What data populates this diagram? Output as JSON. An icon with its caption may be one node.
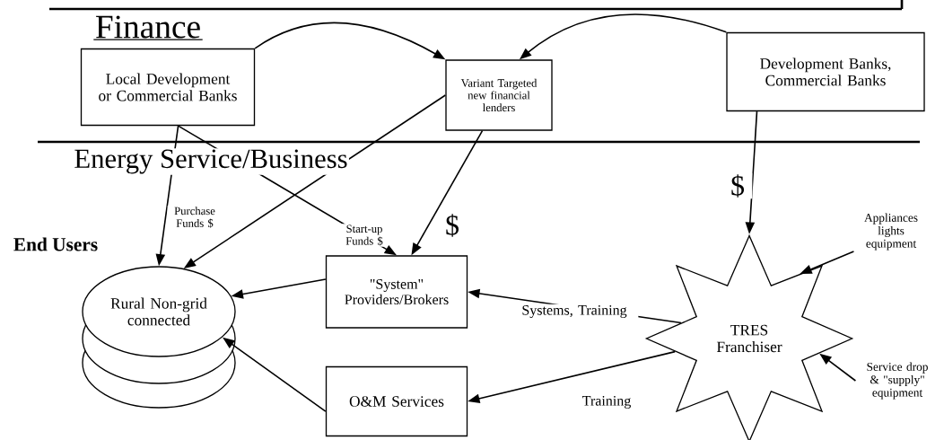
{
  "diagram": {
    "nodes": [
      {
        "text": [
          "Local Development or Commercial Banks"
        ]
      },
      {
        "text": [
          "Variant Targeted new financial lenders"
        ]
      },
      {
        "text": [
          "Development Banks, Commercial Banks"
        ]
      },
      {
        "text": [
          "Rural Non-grid connected"
        ]
      },
      {
        "text": [
          "\"System\" Providers/Brokers"
        ]
      },
      {
        "text": [
          "O&M Services"
        ]
      },
      {
        "text": [
          "TRES Franchiser"
        ]
      },
      {
        "text": [
          "Appliances lights equipment"
        ]
      },
      {
        "text": [
          "Service drop & \"supply\" equipment"
        ]
      }
    ],
    "edges": [
      {
        "from": 0,
        "to": 1,
        "arrow": "to"
      },
      {
        "from": 2,
        "to": 1,
        "arrow": "to"
      },
      {
        "from": 0,
        "to": 3,
        "arrow": "to",
        "label": "Purchase Funds $"
      },
      {
        "from": 0,
        "to": 4,
        "arrow": "to",
        "label": "Start-up Funds $"
      },
      {
        "from": 1,
        "to": 3,
        "arrow": "to"
      },
      {
        "from": 1,
        "to": 4,
        "arrow": "to",
        "label": "$"
      },
      {
        "from": 2,
        "to": 6,
        "arrow": "to",
        "label": "$"
      },
      {
        "from": 4,
        "to": 3,
        "arrow": "to"
      },
      {
        "from": 6,
        "to": 4,
        "arrow": "to",
        "label": "Systems, Training"
      },
      {
        "from": 6,
        "to": 5,
        "arrow": "to",
        "label": "Training"
      },
      {
        "from": 5,
        "to": 3,
        "arrow": "to"
      },
      {
        "from": 7,
        "to": 6,
        "arrow": "to"
      },
      {
        "from": 8,
        "to": 6,
        "arrow": "to"
      }
    ],
    "labels": [
      "Finance",
      "Energy Service/Business",
      "End Users"
    ]
  }
}
